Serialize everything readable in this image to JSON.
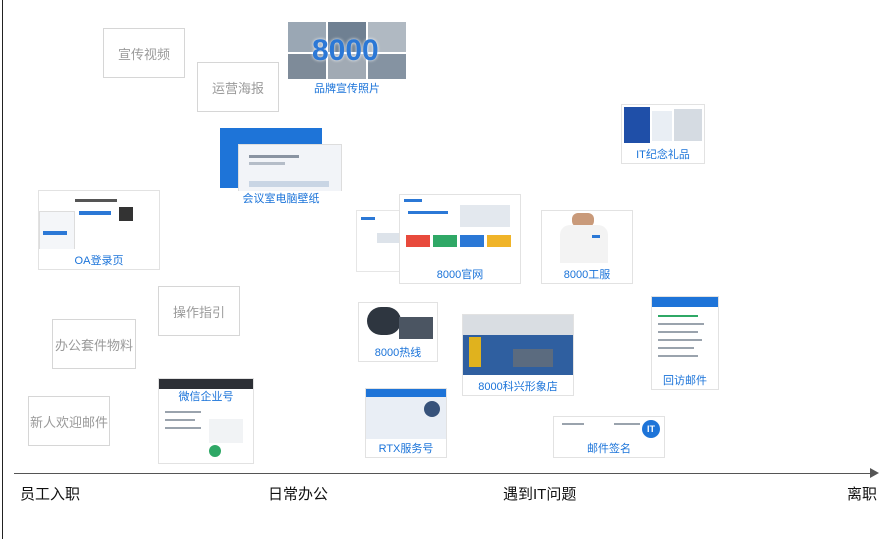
{
  "timeline": {
    "stages": [
      "员工入职",
      "日常办公",
      "遇到IT问题",
      "离职"
    ]
  },
  "placeholders": {
    "promo_video": "宣传视频",
    "ops_poster": "运营海报",
    "guide": "操作指引",
    "office_supplies": "办公套件物料",
    "welcome_mail": "新人欢迎邮件"
  },
  "cards": {
    "brand_photo": {
      "caption": "品牌宣传照片",
      "number": "8000"
    },
    "it_gift": {
      "caption": "IT纪念礼品"
    },
    "wallpaper": {
      "caption": "会议室电脑壁纸"
    },
    "oa_login": {
      "caption": "OA登录页"
    },
    "website": {
      "caption": "8000官网"
    },
    "uniform": {
      "caption": "8000工服"
    },
    "hotline": {
      "caption": "8000热线"
    },
    "store": {
      "caption": "8000科兴形象店"
    },
    "revisit_mail": {
      "caption": "回访邮件"
    },
    "wechat": {
      "caption": "微信企业号"
    },
    "rtx": {
      "caption": "RTX服务号"
    },
    "signature": {
      "caption": "邮件签名",
      "logo": "IT"
    }
  },
  "colors": {
    "accent": "#1a73d9",
    "axis": "#555555"
  }
}
